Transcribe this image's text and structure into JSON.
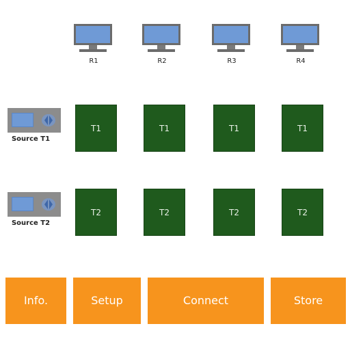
{
  "receivers": [
    {
      "label": "R1"
    },
    {
      "label": "R2"
    },
    {
      "label": "R3"
    },
    {
      "label": "R4"
    }
  ],
  "sources": [
    {
      "label": "Source T1",
      "tile_label": "T1"
    },
    {
      "label": "Source T2",
      "tile_label": "T2"
    }
  ],
  "nav": {
    "info_label": "Info.",
    "setup_label": "Setup",
    "connect_label": "Connect",
    "store_label": "Store"
  },
  "colors": {
    "tile": "#1f5a1d",
    "button": "#f7941d",
    "monitor_screen": "#6f9ad6"
  }
}
